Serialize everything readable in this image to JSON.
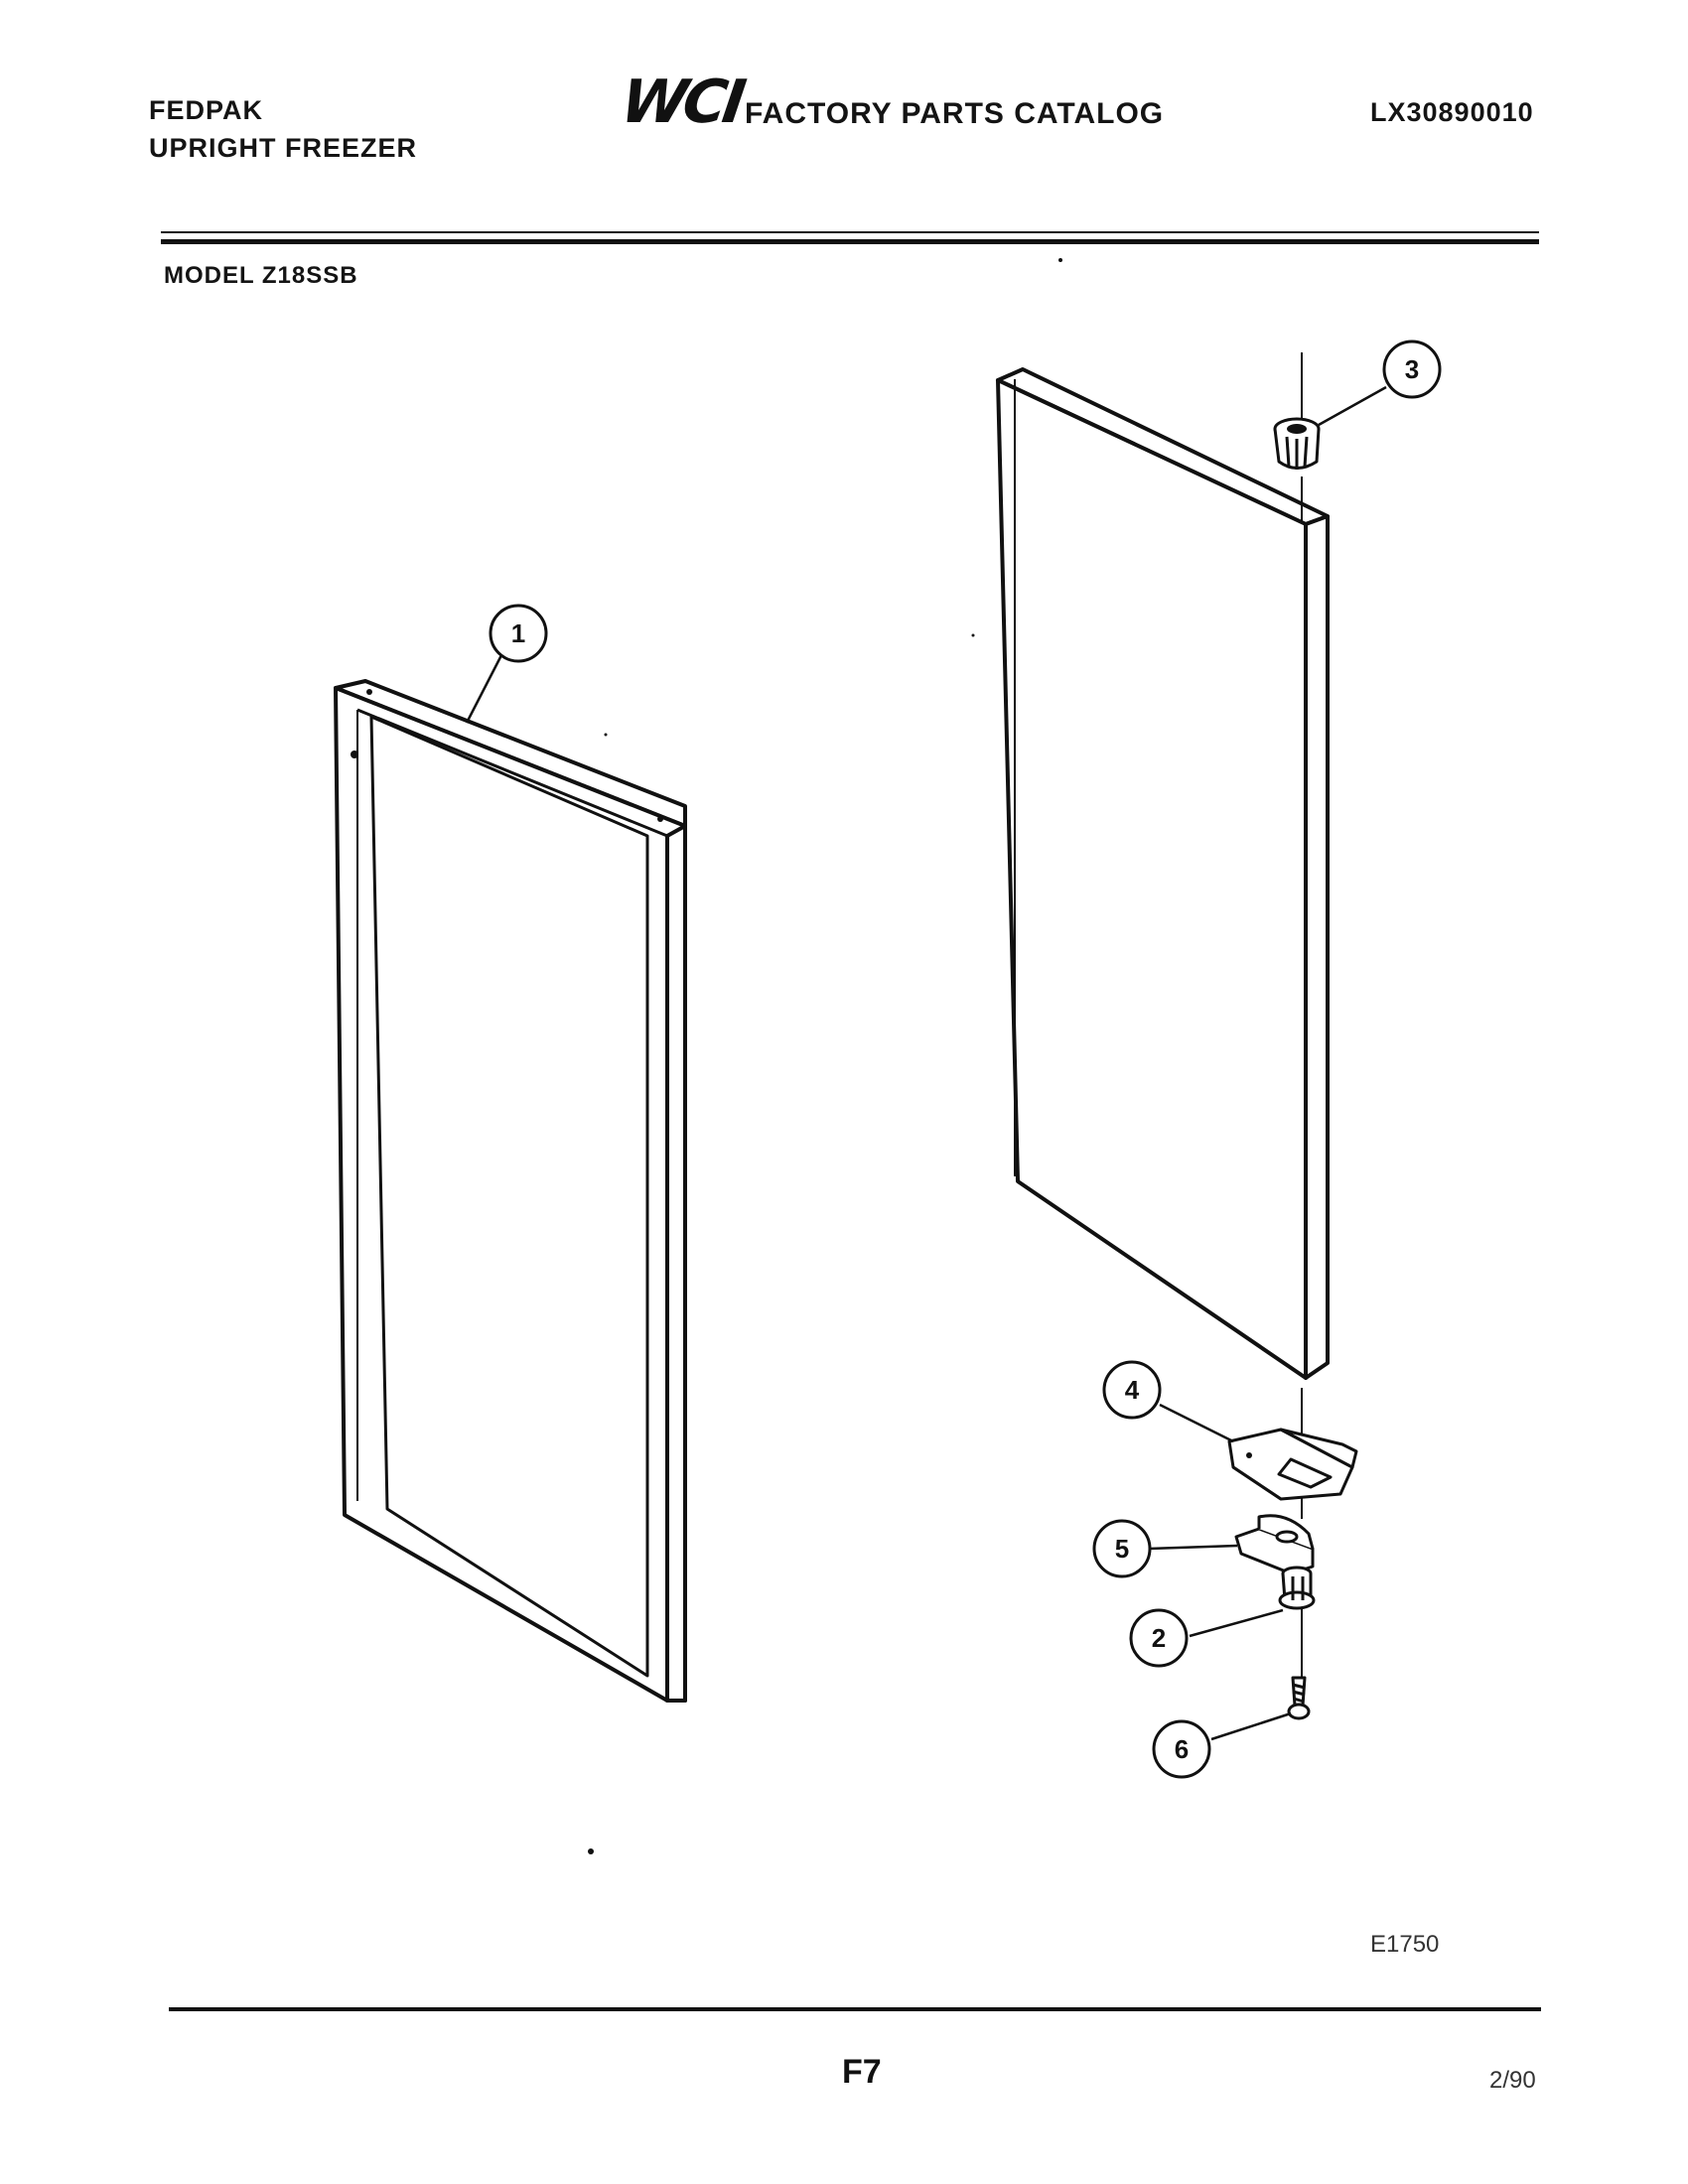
{
  "header": {
    "brand_line1": "FEDPAK",
    "brand_line2": "UPRIGHT FREEZER",
    "logo": "WCI",
    "catalog_title": "FACTORY PARTS CATALOG",
    "catalog_number": "LX30890010",
    "model": "MODEL Z18SSB"
  },
  "diagram": {
    "callouts": [
      "1",
      "2",
      "3",
      "4",
      "5",
      "6"
    ],
    "diagram_code": "E1750"
  },
  "footer": {
    "page_number": "F7",
    "date": "2/90"
  }
}
